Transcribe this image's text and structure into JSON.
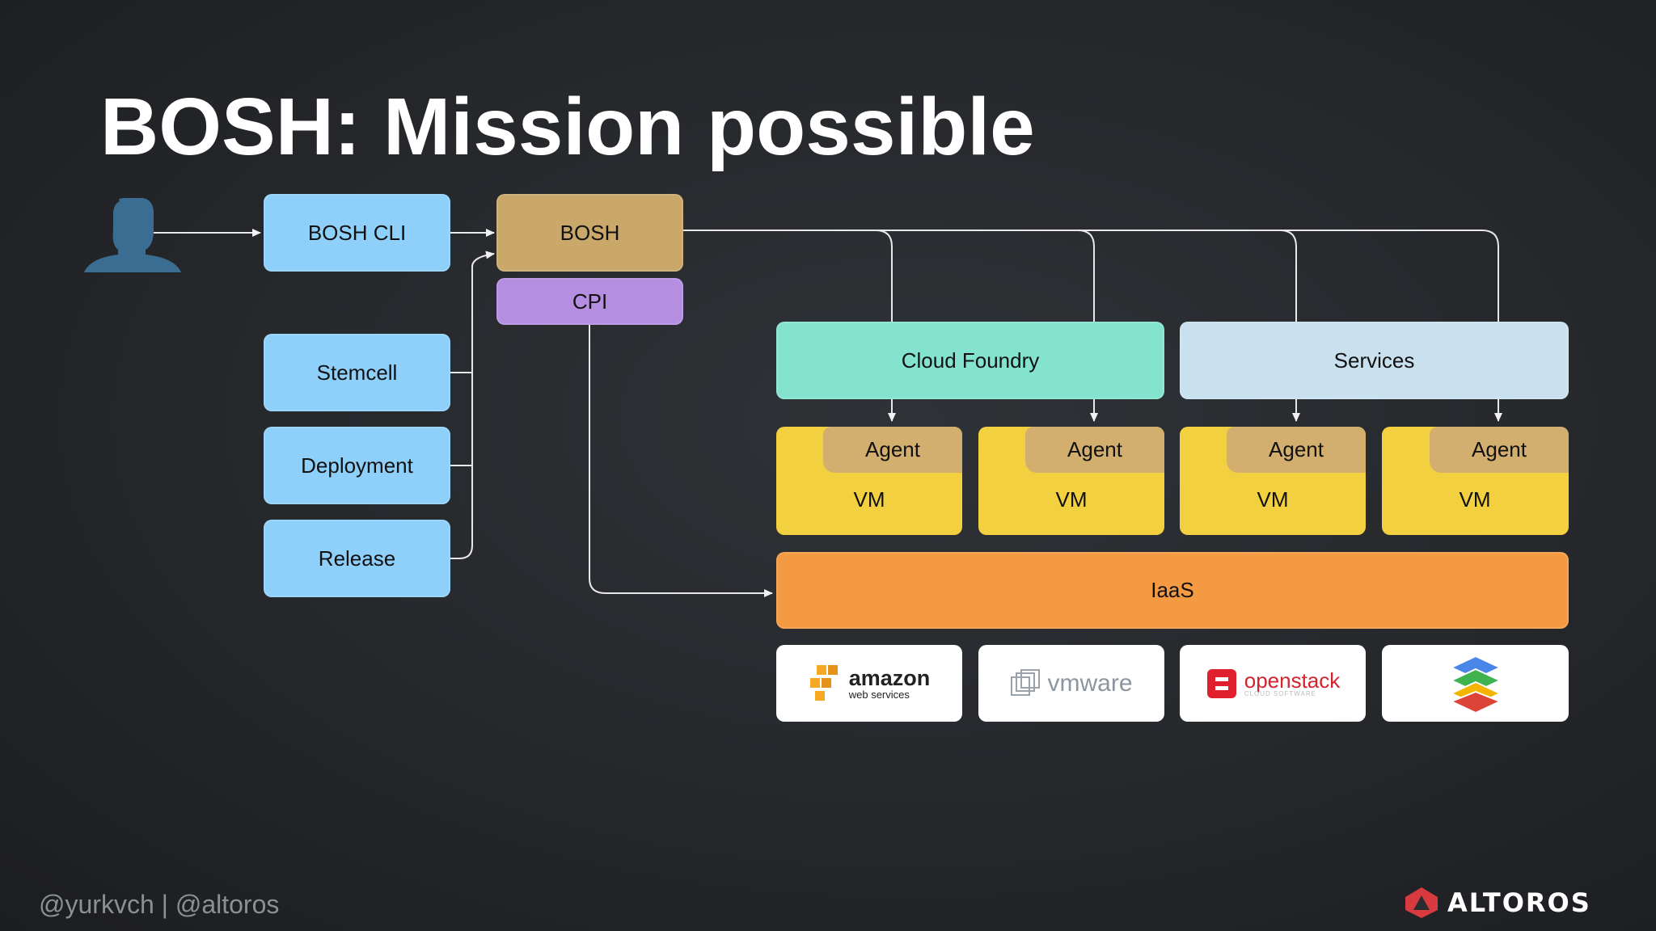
{
  "slide": {
    "title": "BOSH: Mission possible",
    "footer_handles": "@yurkvch  |  @altoros",
    "brand": "ALTOROS"
  },
  "diagram": {
    "user_icon": "user-silhouette-icon",
    "left_boxes": {
      "bosh_cli": "BOSH CLI",
      "stemcell": "Stemcell",
      "deployment": "Deployment",
      "release": "Release"
    },
    "bosh": "BOSH",
    "cpi": "CPI",
    "groups": {
      "cloud_foundry": "Cloud Foundry",
      "services": "Services"
    },
    "vms": [
      {
        "agent": "Agent",
        "vm": "VM"
      },
      {
        "agent": "Agent",
        "vm": "VM"
      },
      {
        "agent": "Agent",
        "vm": "VM"
      },
      {
        "agent": "Agent",
        "vm": "VM"
      }
    ],
    "iaas": "IaaS",
    "providers": {
      "amazon": {
        "name": "amazon",
        "sub": "web services"
      },
      "vmware": {
        "name": "vmware"
      },
      "openstack": {
        "name": "openstack",
        "sub": "CLOUD SOFTWARE"
      },
      "google": {
        "icon": "google-cloud-platform-icon"
      }
    }
  },
  "colors": {
    "blue_box": "#8fd0fb",
    "bosh": "#c9a86a",
    "cpi": "#b58ee2",
    "cloud_foundry": "#84e3cf",
    "services": "#c9e0ee",
    "vm": "#f3d03f",
    "agent": "#d2ae6f",
    "iaas": "#f39a42"
  }
}
